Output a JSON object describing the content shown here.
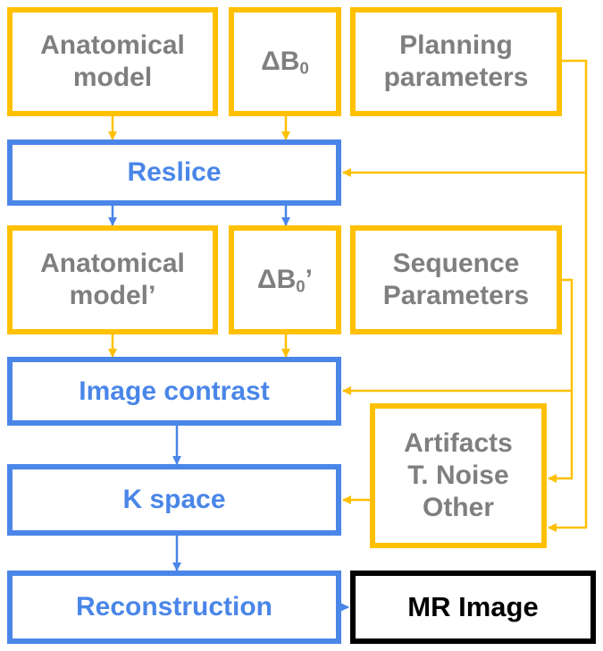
{
  "inputs": {
    "anatomical_model": "Anatomical\nmodel",
    "delta_b0_base": "ΔB",
    "delta_b0_sub": "0",
    "planning_parameters": "Planning\nparameters",
    "anatomical_model_prime": "Anatomical\nmodel’",
    "delta_b0_prime_base": "ΔB",
    "delta_b0_prime_sub": "0",
    "delta_b0_prime_mark": "’",
    "sequence_parameters": "Sequence\nParameters",
    "artifacts_noise_other": "Artifacts\nT. Noise\nOther"
  },
  "processes": {
    "reslice": "Reslice",
    "image_contrast": "Image contrast",
    "k_space": "K space",
    "reconstruction": "Reconstruction"
  },
  "output": {
    "mr_image": "MR Image"
  },
  "colors": {
    "input_border": "#FFC000",
    "process_border": "#4A86E8",
    "output_border": "#000000",
    "input_text": "#7F7F7F",
    "process_text": "#4A86E8"
  }
}
